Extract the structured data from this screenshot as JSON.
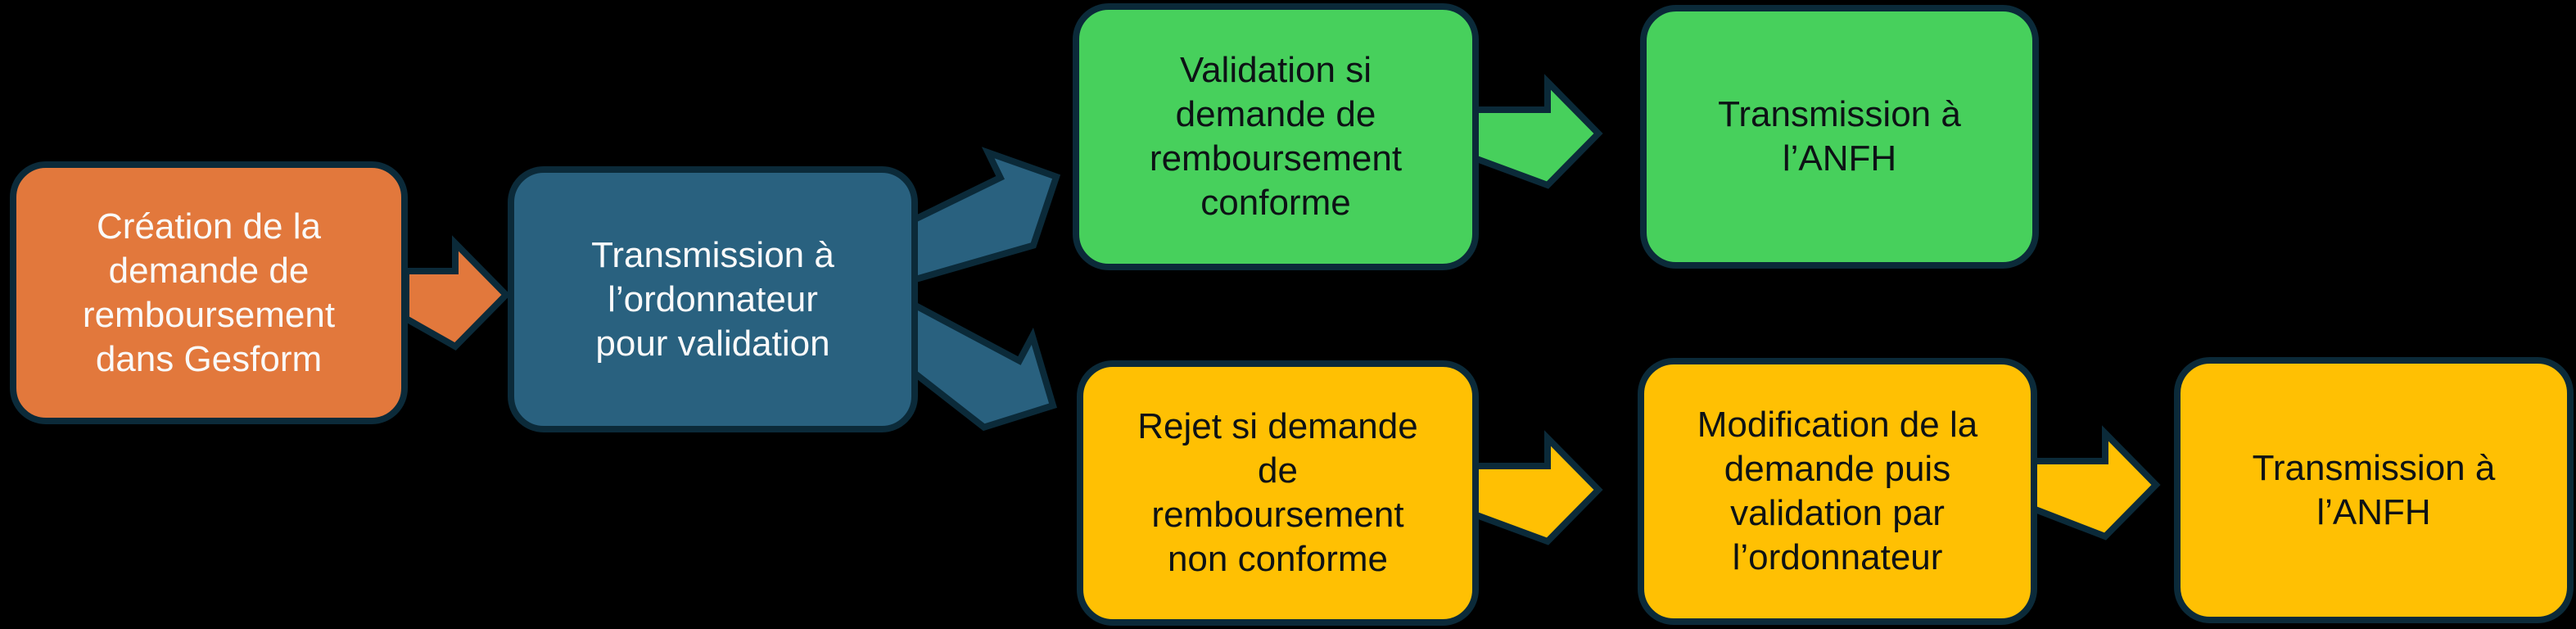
{
  "diagram": {
    "type": "flowchart",
    "background": "#000000",
    "description_visible_only": "Gesform reimbursement request validation flow"
  },
  "colors": {
    "background": "#000000",
    "border": "#0b2a39",
    "orange": "#e2783c",
    "teal": "#29617f",
    "green": "#47d05c",
    "yellow": "#ffc003",
    "text_light": "#fafafa",
    "text_dark": "#0d1215"
  },
  "nodes": [
    {
      "id": "creation",
      "color": "orange",
      "text": "Création de la\ndemande de\nremboursement\ndans Gesform"
    },
    {
      "id": "transmission-ordonnateur",
      "color": "teal",
      "text": "Transmission à\nl’ordonnateur\npour validation"
    },
    {
      "id": "validation-conforme",
      "color": "green",
      "text": "Validation si\ndemande de\nremboursement\nconforme"
    },
    {
      "id": "transmission-anfh-haut",
      "color": "green",
      "text": "Transmission à\nl’ANFH"
    },
    {
      "id": "rejet-non-conforme",
      "color": "yellow",
      "text": "Rejet si demande\nde\nremboursement\nnon conforme"
    },
    {
      "id": "modification-demande",
      "color": "yellow",
      "text": "Modification de la\ndemande puis\nvalidation par\nl’ordonnateur"
    },
    {
      "id": "transmission-anfh-bas",
      "color": "yellow",
      "text": "Transmission à\nl’ANFH"
    }
  ],
  "connections": [
    {
      "from": "creation",
      "to": "transmission-ordonnateur",
      "color": "orange"
    },
    {
      "from": "transmission-ordonnateur",
      "to": "validation-conforme",
      "color": "teal"
    },
    {
      "from": "transmission-ordonnateur",
      "to": "rejet-non-conforme",
      "color": "teal"
    },
    {
      "from": "validation-conforme",
      "to": "transmission-anfh-haut",
      "color": "green"
    },
    {
      "from": "rejet-non-conforme",
      "to": "modification-demande",
      "color": "yellow"
    },
    {
      "from": "modification-demande",
      "to": "transmission-anfh-bas",
      "color": "yellow"
    }
  ]
}
